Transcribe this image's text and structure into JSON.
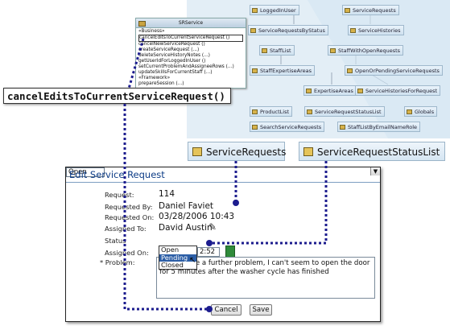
{
  "diagram": {
    "nodes": [
      {
        "key": "logged_in_user",
        "label": "LoggedInUser"
      },
      {
        "key": "service_requests",
        "label": "ServiceRequests"
      },
      {
        "key": "service_requests_by_status",
        "label": "ServiceRequestsByStatus"
      },
      {
        "key": "service_histories",
        "label": "ServiceHistories"
      },
      {
        "key": "staff_list",
        "label": "StaffList"
      },
      {
        "key": "staff_with_open_requests",
        "label": "StaffWithOpenRequests"
      },
      {
        "key": "staff_expertise_areas",
        "label": "StaffExpertiseAreas"
      },
      {
        "key": "open_or_pending",
        "label": "OpenOrPendingServiceRequests"
      },
      {
        "key": "expertise_areas",
        "label": "ExpertiseAreas"
      },
      {
        "key": "service_histories_for_request",
        "label": "ServiceHistoriesForRequest"
      },
      {
        "key": "product_list",
        "label": "ProductList"
      },
      {
        "key": "service_request_status_list",
        "label": "ServiceRequestStatusList"
      },
      {
        "key": "globals",
        "label": "Globals"
      },
      {
        "key": "search_service_requests",
        "label": "SearchServiceRequests"
      },
      {
        "key": "staff_list_by_email_name_role",
        "label": "StaffListByEmailNameRole"
      }
    ]
  },
  "class_box": {
    "title": "SRService",
    "items": [
      "«Business»",
      "cancelEditsToCurrentServiceRequest ()",
      "cancelNewServiceRequest ()",
      "createServiceRequest (...)",
      "deleteServiceHistoryNotes (...)",
      "getUserIdForLoggedInUser ()",
      "setCurrentProblemAndAssigneeRows (...)",
      "updateSkillsForCurrentStaff (...)",
      "«Framework»",
      "prepareSession (...)"
    ]
  },
  "callout": {
    "text": "cancelEditsToCurrentServiceRequest()"
  },
  "view_tabs": {
    "service_requests": "ServiceRequests",
    "service_request_status_list": "ServiceRequestStatusList"
  },
  "form": {
    "title": "Edit Service Request",
    "labels": {
      "request": "Request:",
      "requested_by": "Requested By:",
      "requested_on": "Requested On:",
      "assigned_to": "Assigned To:",
      "status": "Status",
      "assigned_on": "Assigned On:",
      "problem": "* Problem:"
    },
    "values": {
      "request": "114",
      "requested_by": "Daniel Faviet",
      "requested_on": "03/28/2006 10:43",
      "assigned_to": "David Austin",
      "assigned_on_partial": "2:52",
      "problem_text": "to be a further problem, I can't seem to open the door for 5 minutes after the washer cycle has finished"
    },
    "status_select": {
      "selected": "Open",
      "options": [
        "Open",
        "Pending",
        "Closed"
      ],
      "highlighted": "Pending"
    },
    "buttons": {
      "cancel": "Cancel",
      "save": "Save"
    }
  },
  "colors": {
    "diagram_bg": "#e3eef6",
    "connector": "#1c1c8e",
    "form_title": "#0d3c86",
    "highlight": "#2c5ea6"
  }
}
